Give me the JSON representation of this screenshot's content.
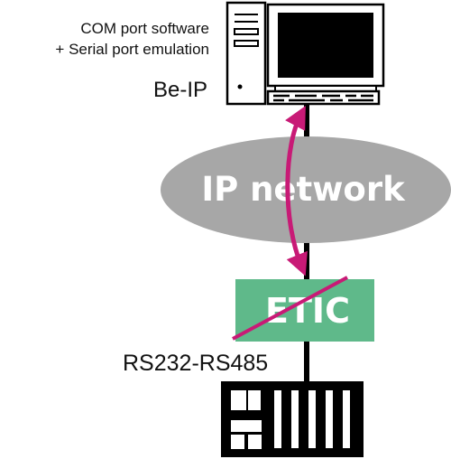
{
  "pc": {
    "caption_line1": "COM port software",
    "caption_line2": "+ Serial port emulation",
    "name": "Be-IP"
  },
  "network": {
    "label": "IP network"
  },
  "etic": {
    "label": "ETIC"
  },
  "link": {
    "label": "RS232-RS485"
  },
  "colors": {
    "network_fill": "#a7a7a7",
    "etic_fill": "#5fb98a",
    "arrow": "#c81a76",
    "line": "#000000"
  }
}
